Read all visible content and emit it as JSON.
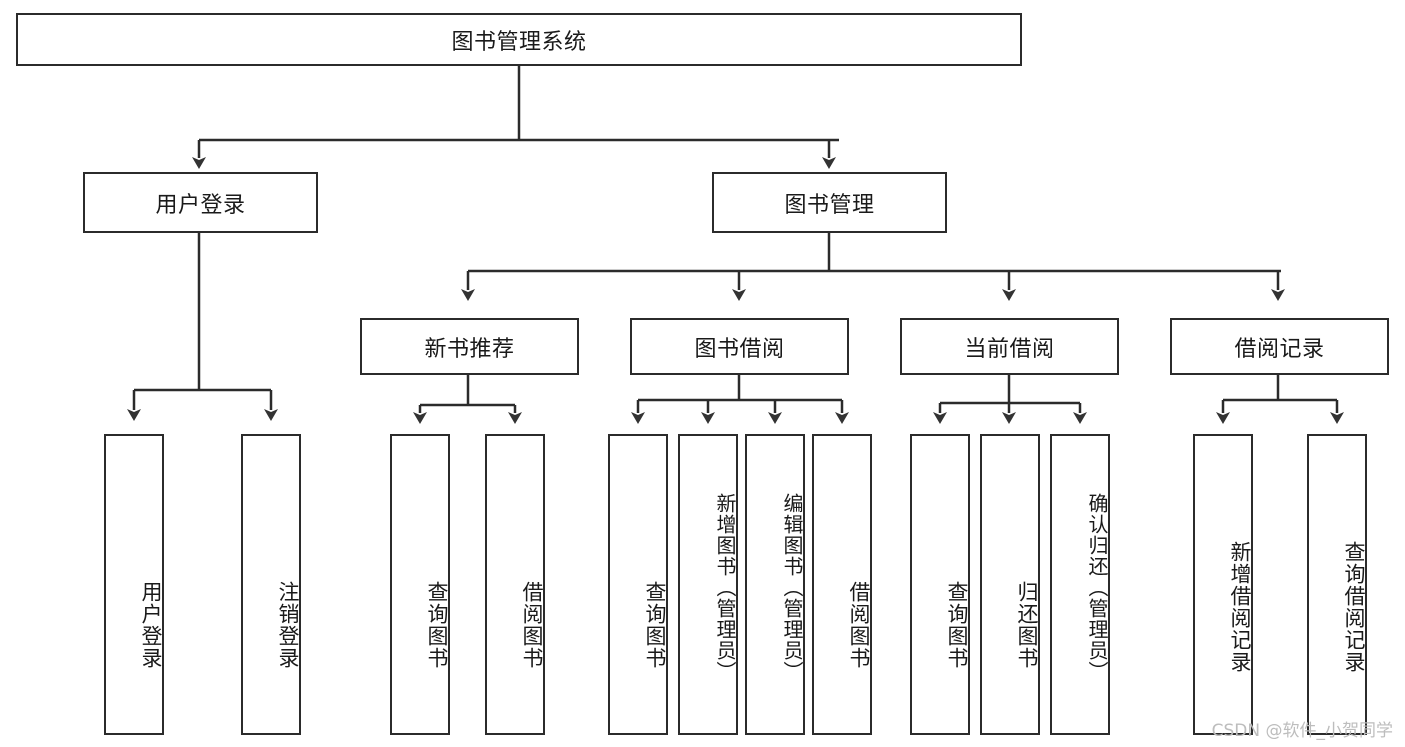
{
  "diagram": {
    "type": "tree",
    "title": "图书管理系统",
    "root": {
      "label": "图书管理系统"
    },
    "level1": [
      {
        "label": "用户登录"
      },
      {
        "label": "图书管理"
      }
    ],
    "level2": [
      {
        "label": "新书推荐"
      },
      {
        "label": "图书借阅"
      },
      {
        "label": "当前借阅"
      },
      {
        "label": "借阅记录"
      }
    ],
    "leaves": {
      "user_login": [
        {
          "label": "用户登录"
        },
        {
          "label": "注销登录"
        }
      ],
      "new_book_recommend": [
        {
          "label": "查询图书"
        },
        {
          "label": "借阅图书"
        }
      ],
      "book_borrow": [
        {
          "label": "查询图书"
        },
        {
          "label": "新增图书（管理员）"
        },
        {
          "label": "编辑图书（管理员）"
        },
        {
          "label": "借阅图书"
        }
      ],
      "current_borrow": [
        {
          "label": "查询图书"
        },
        {
          "label": "归还图书"
        },
        {
          "label": "确认归还（管理员）"
        }
      ],
      "borrow_record": [
        {
          "label": "新增借阅记录"
        },
        {
          "label": "查询借阅记录"
        }
      ]
    }
  },
  "watermark": {
    "text": "CSDN @软件_小贺同学"
  },
  "colors": {
    "border": "#2b2b2b",
    "background": "#ffffff",
    "text": "#1a1a1a",
    "watermark": "#bdbdbd"
  }
}
